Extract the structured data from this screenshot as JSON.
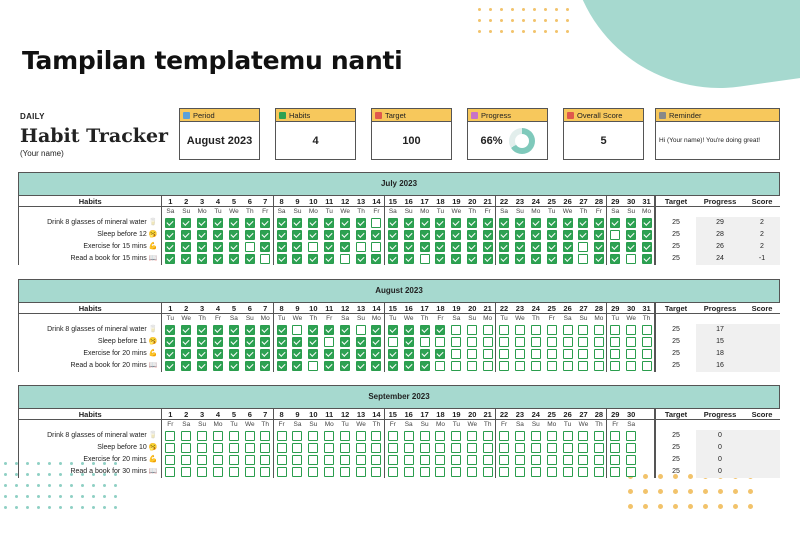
{
  "headline": "Tampilan templatemu nanti",
  "brand": {
    "daily": "DAILY",
    "title": "Habit Tracker",
    "name": "(Your name)"
  },
  "cards": [
    {
      "icon": "calendar-icon",
      "label": "Period",
      "value": "August 2023",
      "icon_color": "#5aa0d8"
    },
    {
      "icon": "check-icon",
      "label": "Habits",
      "value": "4",
      "icon_color": "#2da152"
    },
    {
      "icon": "target-icon",
      "label": "Target",
      "value": "100",
      "icon_color": "#e0584c"
    },
    {
      "icon": "chart-icon",
      "label": "Progress",
      "value": "66%",
      "icon_color": "#c872c8"
    },
    {
      "icon": "trophy-icon",
      "label": "Overall Score",
      "value": "5",
      "icon_color": "#e0584c"
    },
    {
      "icon": "memo-icon",
      "label": "Reminder",
      "value": "Hi (Your name)! You're doing great!",
      "icon_color": "#888888"
    }
  ],
  "columns": {
    "habits": "Habits",
    "target": "Target",
    "progress": "Progress",
    "score": "Score"
  },
  "months": [
    {
      "title": "July 2023",
      "days": 31,
      "weekdays": [
        "Sa",
        "Su",
        "Mo",
        "Tu",
        "We",
        "Th",
        "Fr",
        "Sa",
        "Su",
        "Mo",
        "Tu",
        "We",
        "Th",
        "Fr",
        "Sa",
        "Su",
        "Mo",
        "Tu",
        "We",
        "Th",
        "Fr",
        "Sa",
        "Su",
        "Mo",
        "Tu",
        "We",
        "Th",
        "Fr",
        "Sa",
        "Su",
        "Mo"
      ],
      "habits": [
        {
          "label": "Drink 8 glasses of mineral water 🥛",
          "target": "25",
          "progress": "29",
          "score": "2",
          "checks": "1111111111111011111111111111111"
        },
        {
          "label": "Sleep before 12 🥱",
          "target": "25",
          "progress": "28",
          "score": "2",
          "checks": "1111111111111111111111111111011"
        },
        {
          "label": "Exercise for 15 mins 💪",
          "target": "25",
          "progress": "26",
          "score": "2",
          "checks": "1111101110110011111111111101111"
        },
        {
          "label": "Read a book for 15 mins 📖",
          "target": "25",
          "progress": "24",
          "score": "-1",
          "checks": "1111110111101111011111111101101"
        }
      ]
    },
    {
      "title": "August 2023",
      "days": 31,
      "weekdays": [
        "Tu",
        "We",
        "Th",
        "Fr",
        "Sa",
        "Su",
        "Mo",
        "Tu",
        "We",
        "Th",
        "Fr",
        "Sa",
        "Su",
        "Mo",
        "Tu",
        "We",
        "Th",
        "Fr",
        "Sa",
        "Su",
        "Mo",
        "Tu",
        "We",
        "Th",
        "Fr",
        "Sa",
        "Su",
        "Mo",
        "Tu",
        "We",
        "Th"
      ],
      "habits": [
        {
          "label": "Drink 8 glasses of mineral water 🥛",
          "target": "25",
          "progress": "17",
          "score": "",
          "checks": "1111111101110111110000000000000"
        },
        {
          "label": "Sleep before 11 🥱",
          "target": "25",
          "progress": "15",
          "score": "",
          "checks": "1111111111011101000000000000000"
        },
        {
          "label": "Exercise for 20 mins 💪",
          "target": "25",
          "progress": "18",
          "score": "",
          "checks": "1111111111111111110000000000000"
        },
        {
          "label": "Read a book for 20 mins 📖",
          "target": "25",
          "progress": "16",
          "score": "",
          "checks": "1111111110111111100000000000000"
        }
      ]
    },
    {
      "title": "September 2023",
      "days": 30,
      "weekdays": [
        "Fr",
        "Sa",
        "Su",
        "Mo",
        "Tu",
        "We",
        "Th",
        "Fr",
        "Sa",
        "Su",
        "Mo",
        "Tu",
        "We",
        "Th",
        "Fr",
        "Sa",
        "Su",
        "Mo",
        "Tu",
        "We",
        "Th",
        "Fr",
        "Sa",
        "Su",
        "Mo",
        "Tu",
        "We",
        "Th",
        "Fr",
        "Sa"
      ],
      "habits": [
        {
          "label": "Drink 8 glasses of mineral water 🥛",
          "target": "25",
          "progress": "0",
          "score": "",
          "checks": "000000000000000000000000000000"
        },
        {
          "label": "Sleep before 10 🥱",
          "target": "25",
          "progress": "0",
          "score": "",
          "checks": "000000000000000000000000000000"
        },
        {
          "label": "Exercise for 20 mins 💪",
          "target": "25",
          "progress": "0",
          "score": "",
          "checks": "000000000000000000000000000000"
        },
        {
          "label": "Read a book for 30 mins 📖",
          "target": "25",
          "progress": "0",
          "score": "",
          "checks": "000000000000000000000000000000"
        }
      ]
    }
  ],
  "colors": {
    "accent_teal": "#a6d9cf",
    "card_header": "#f7c85c",
    "check_green": "#2da152",
    "dot_orange": "#f2c36b",
    "dot_teal": "#8fd0c4"
  }
}
